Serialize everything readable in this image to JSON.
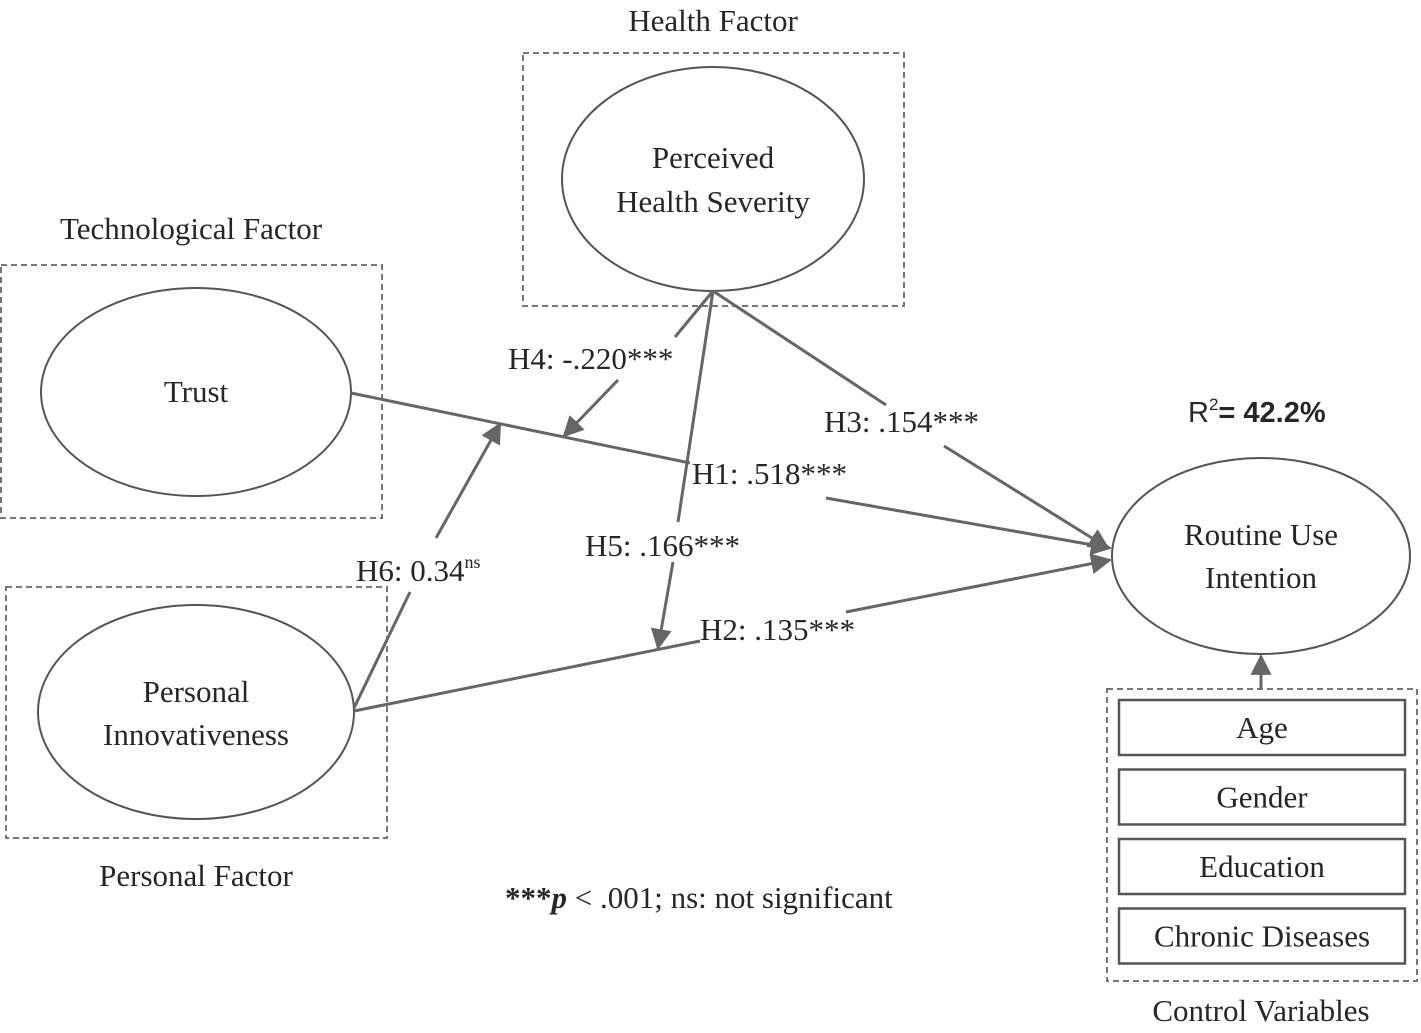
{
  "groups": {
    "health": "Health Factor",
    "technological": "Technological Factor",
    "personal": "Personal Factor",
    "control": "Control Variables"
  },
  "constructs": {
    "health_line1": "Perceived",
    "health_line2": "Health Severity",
    "trust": "Trust",
    "innov_line1": "Personal",
    "innov_line2": "Innovativeness",
    "routine_line1": "Routine Use",
    "routine_line2": "Intention"
  },
  "paths": {
    "h1": "H1: .518***",
    "h2": "H2: .135***",
    "h3": "H3: .154***",
    "h4": "H4: -.220***",
    "h5": "H5: .166***",
    "h6": "H6: 0.34",
    "h6_sup": "ns"
  },
  "r2": {
    "label": "R",
    "sup": "2",
    "value": "= 42.2%"
  },
  "control_variables": [
    "Age",
    "Gender",
    "Education",
    "Chronic Diseases"
  ],
  "footnote": {
    "stars": "***",
    "p": "p",
    "rest": " < .001; ns: not significant"
  }
}
